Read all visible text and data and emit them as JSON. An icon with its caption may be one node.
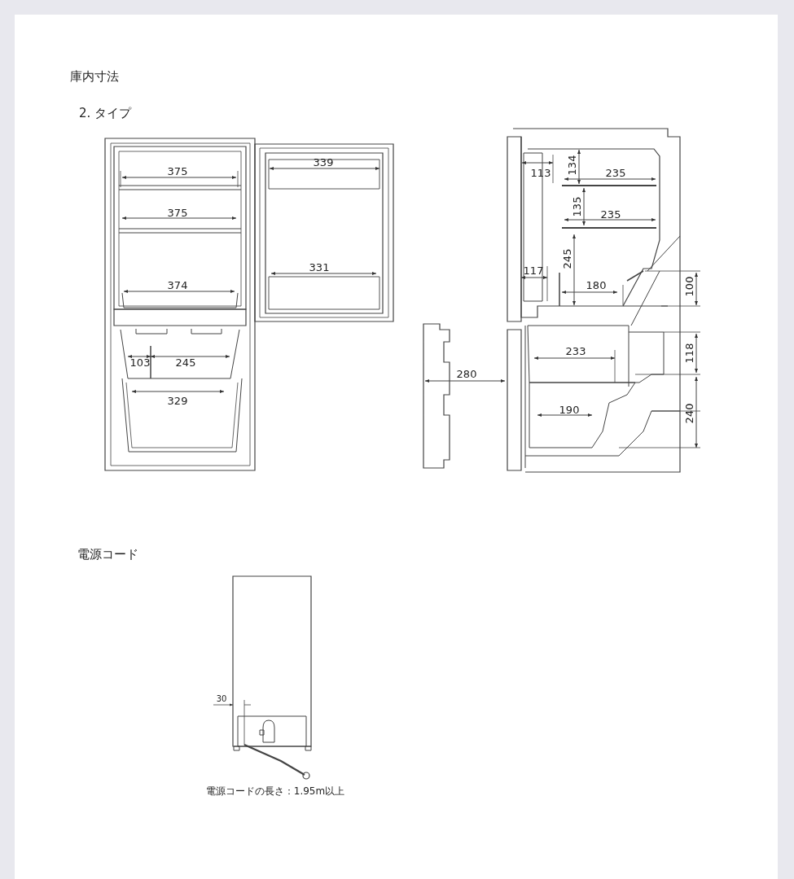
{
  "diagram": {
    "title": "庫内寸法",
    "labels": [
      "2. タイプ",
      "375",
      "339",
      "375",
      "331",
      "374",
      "103",
      "245",
      "329",
      "113",
      "134",
      "235",
      "135",
      "235",
      "245",
      "117",
      "180",
      "100",
      "233",
      "118",
      "280",
      "190",
      "240",
      "電源コード",
      "30",
      "電源コードの長さ：1.95m以上"
    ]
  }
}
